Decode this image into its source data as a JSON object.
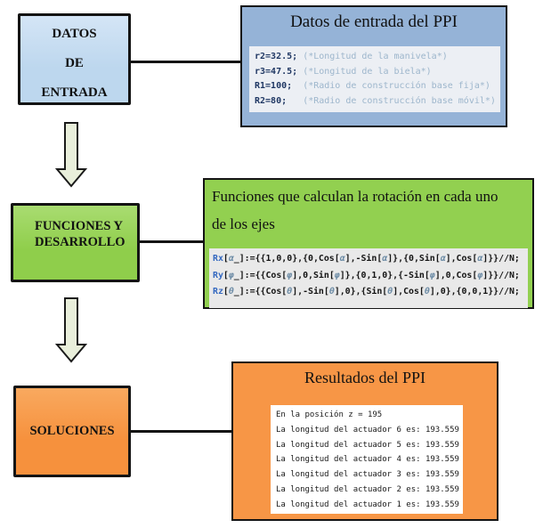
{
  "colors": {
    "stage_blue": "#BDD7EE",
    "detail_blue": "#95B3D7",
    "green": "#92D050",
    "orange": "#F79646",
    "arrow_fill": "#E9EFDB",
    "code_bg_blue_box": "#ECEFF4",
    "code_bg_green_box": "#E9E9E9",
    "results_bg": "#FFFFFF",
    "keyword_color": "#203864",
    "comment_color": "#9DB6CC",
    "function_name_color": "#3468C0",
    "greek_symbol_color": "#6D8CA6"
  },
  "stage_datos": {
    "line1": "DATOS",
    "line2": "DE",
    "line3": "ENTRADA"
  },
  "stage_funciones": {
    "line1": "FUNCIONES Y",
    "line2": "DESARROLLO"
  },
  "stage_soluciones": {
    "label": "SOLUCIONES"
  },
  "datos_ppi": {
    "title": "Datos de entrada del PPI",
    "code_lines": [
      {
        "segments": [
          {
            "t": "r2=32.5; ",
            "c": "kw"
          },
          {
            "t": "(*Longitud de la manivela*)",
            "c": "cm"
          }
        ]
      },
      {
        "segments": [
          {
            "t": "r3=47.5; ",
            "c": "kw"
          },
          {
            "t": "(*Longitud de la biela*)",
            "c": "cm"
          }
        ]
      },
      {
        "segments": [
          {
            "t": "R1=100;  ",
            "c": "kw"
          },
          {
            "t": "(*Radio de construcción base fija*)",
            "c": "cm"
          }
        ]
      },
      {
        "segments": [
          {
            "t": "R2=80;   ",
            "c": "kw"
          },
          {
            "t": "(*Radio de construcción base móvil*)",
            "c": "cm"
          }
        ]
      }
    ]
  },
  "funciones_ppi": {
    "title_line1": "Funciones que calculan la rotación en cada uno",
    "title_line2": "de los ejes",
    "code_lines": [
      {
        "segments": [
          {
            "t": "Rx",
            "c": "fn"
          },
          {
            "t": "[",
            "c": "pl"
          },
          {
            "t": "α",
            "c": "sym"
          },
          {
            "t": "_]:={{1,0,0},{0,Cos[",
            "c": "pl"
          },
          {
            "t": "α",
            "c": "sym"
          },
          {
            "t": "],-Sin[",
            "c": "pl"
          },
          {
            "t": "α",
            "c": "sym"
          },
          {
            "t": "]},{0,Sin[",
            "c": "pl"
          },
          {
            "t": "α",
            "c": "sym"
          },
          {
            "t": "],Cos[",
            "c": "pl"
          },
          {
            "t": "α",
            "c": "sym"
          },
          {
            "t": "]}}//N;",
            "c": "pl"
          }
        ]
      },
      {
        "segments": [
          {
            "t": "Ry",
            "c": "fn"
          },
          {
            "t": "[",
            "c": "pl"
          },
          {
            "t": "φ",
            "c": "sym"
          },
          {
            "t": "_]:={{Cos[",
            "c": "pl"
          },
          {
            "t": "φ",
            "c": "sym"
          },
          {
            "t": "],0,Sin[",
            "c": "pl"
          },
          {
            "t": "φ",
            "c": "sym"
          },
          {
            "t": "]},{0,1,0},{-Sin[",
            "c": "pl"
          },
          {
            "t": "φ",
            "c": "sym"
          },
          {
            "t": "],0,Cos[",
            "c": "pl"
          },
          {
            "t": "φ",
            "c": "sym"
          },
          {
            "t": "]}}//N;",
            "c": "pl"
          }
        ]
      },
      {
        "segments": [
          {
            "t": "Rz",
            "c": "fn"
          },
          {
            "t": "[",
            "c": "pl"
          },
          {
            "t": "θ",
            "c": "sym"
          },
          {
            "t": "_]:={{Cos[",
            "c": "pl"
          },
          {
            "t": "θ",
            "c": "sym"
          },
          {
            "t": "],-Sin[",
            "c": "pl"
          },
          {
            "t": "θ",
            "c": "sym"
          },
          {
            "t": "],0},{Sin[",
            "c": "pl"
          },
          {
            "t": "θ",
            "c": "sym"
          },
          {
            "t": "],Cos[",
            "c": "pl"
          },
          {
            "t": "θ",
            "c": "sym"
          },
          {
            "t": "],0},{0,0,1}}//N;",
            "c": "pl"
          }
        ]
      }
    ]
  },
  "resultados_ppi": {
    "title": "Resultados del PPI",
    "lines": [
      "En la posición z = 195",
      "La longitud del actuador 6 es: 193.559",
      "La longitud del actuador 5 es: 193.559",
      "La longitud del actuador 4 es: 193.559",
      "La longitud del actuador 3 es: 193.559",
      "La longitud del actuador 2 es: 193.559",
      "La longitud del actuador 1 es: 193.559"
    ]
  }
}
